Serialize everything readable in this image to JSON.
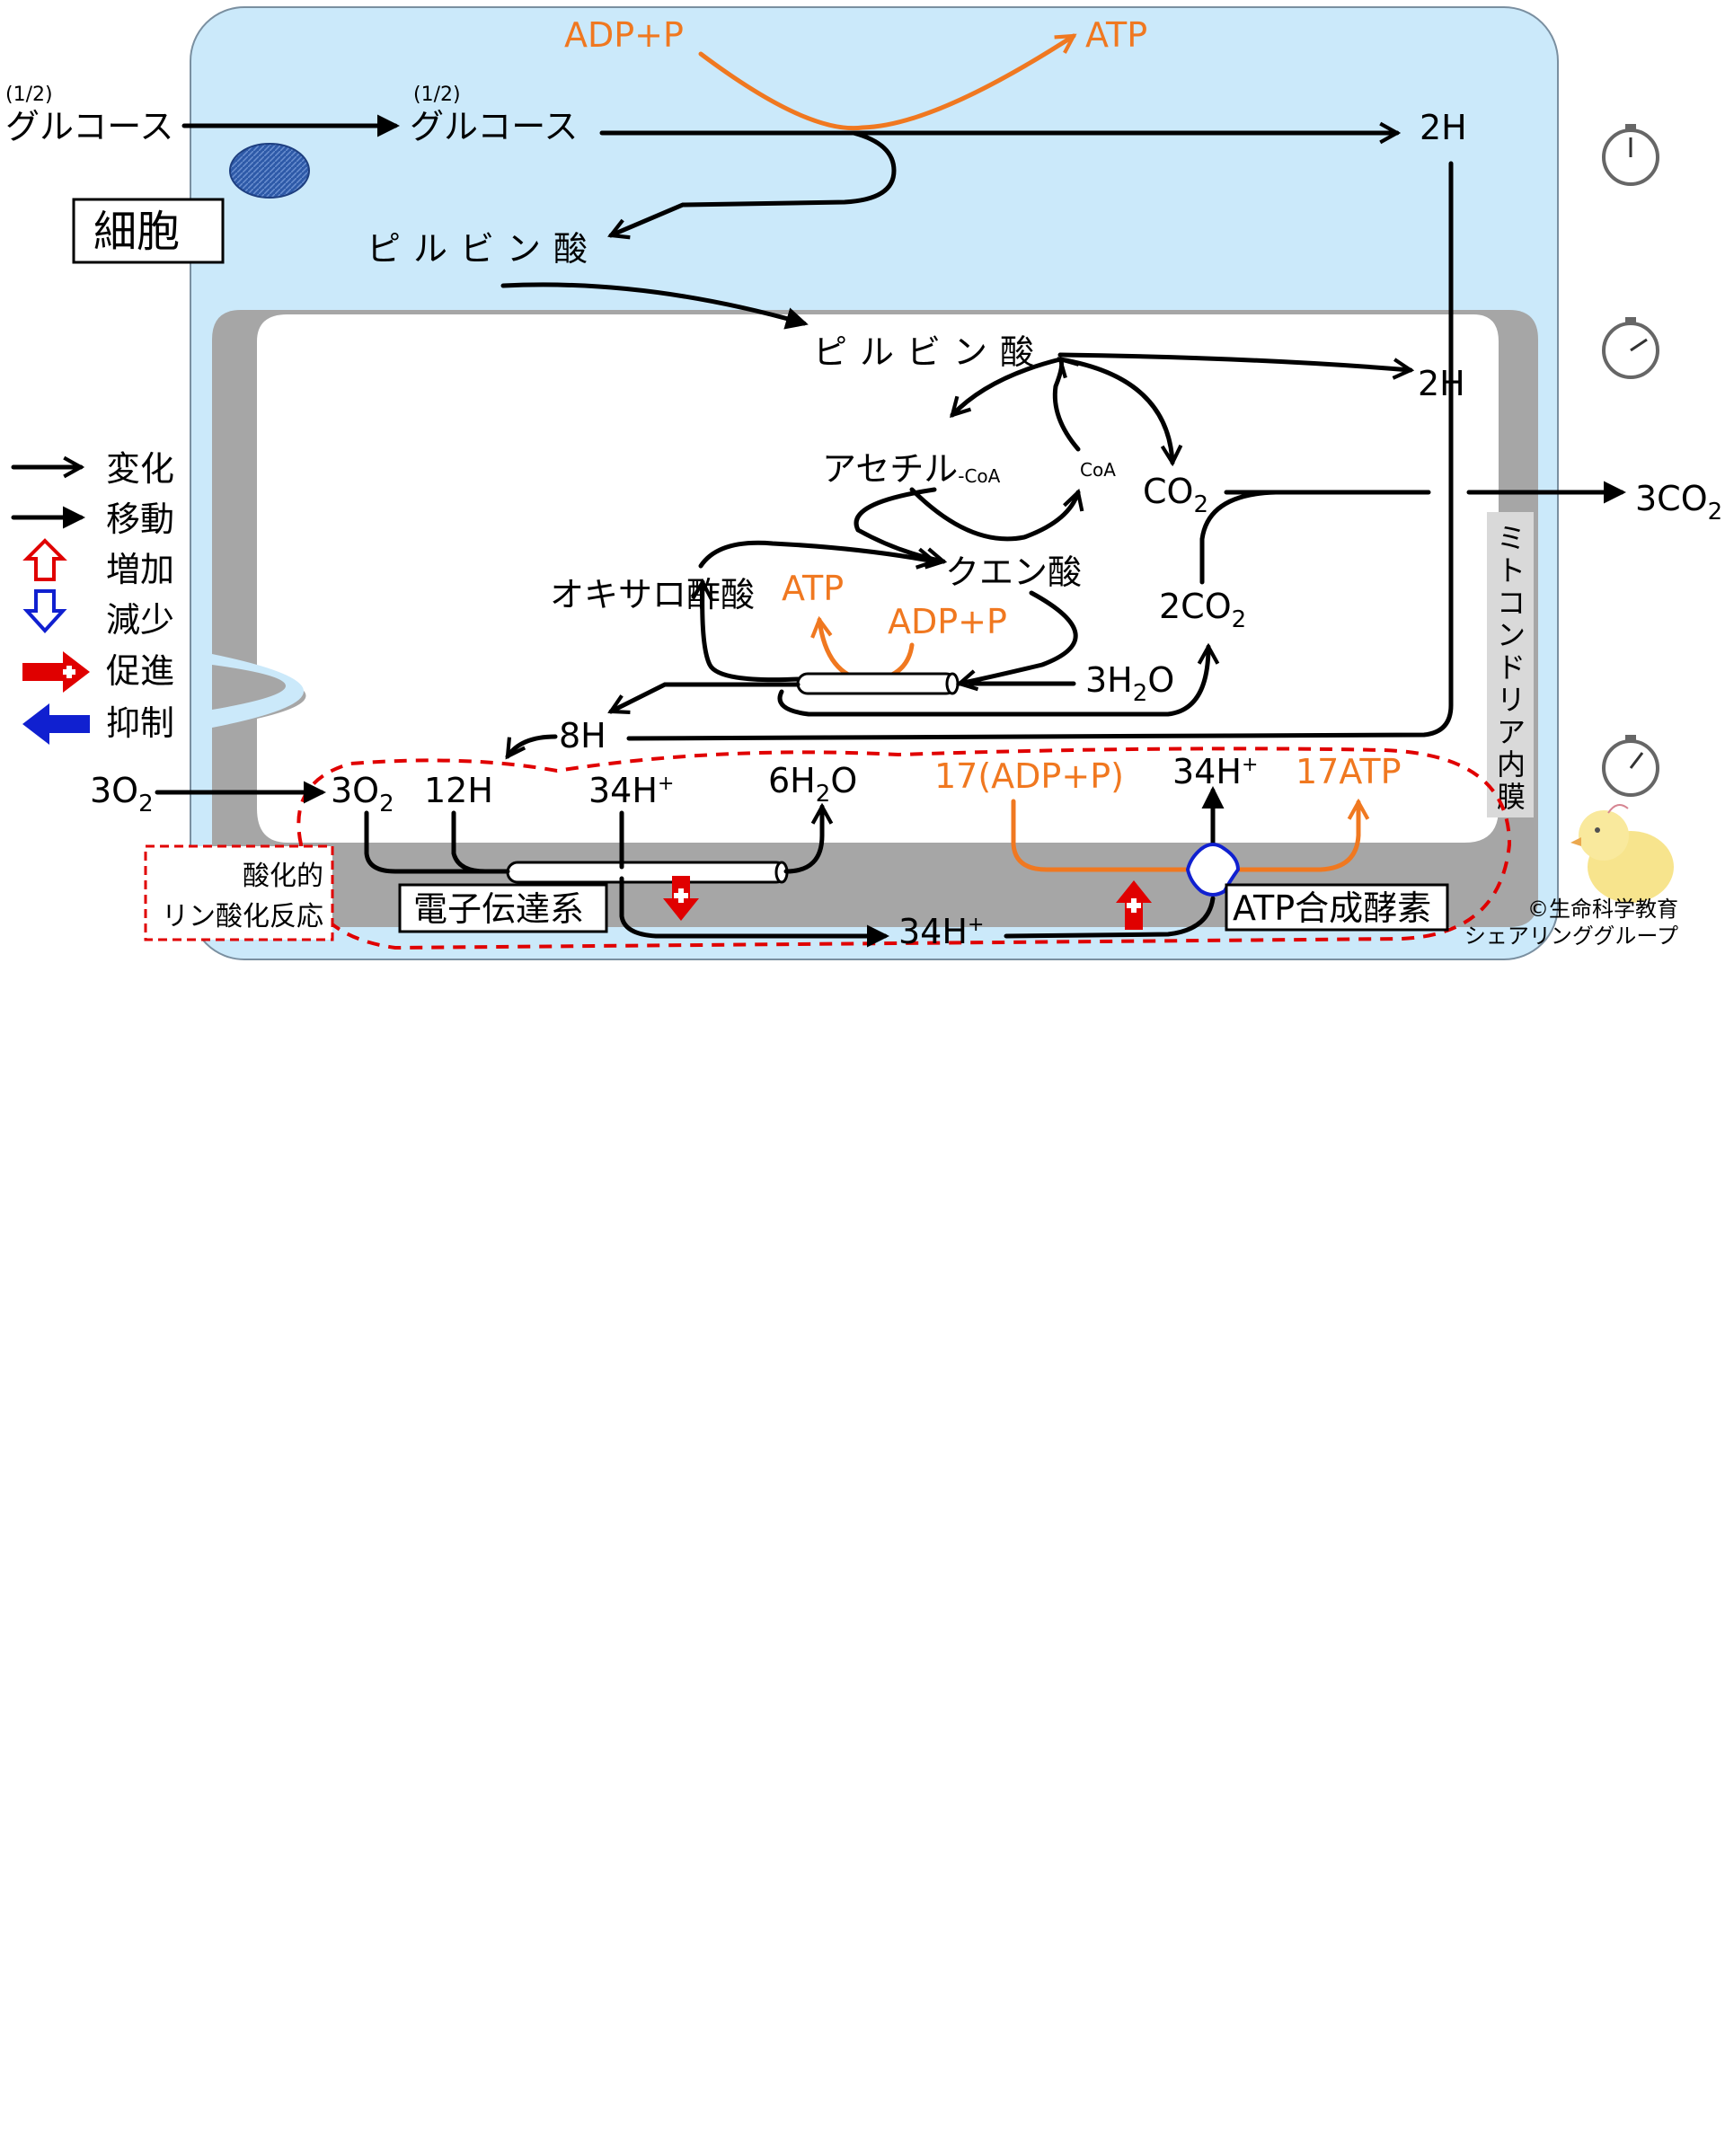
{
  "labels": {
    "top_adp_p": "ADP+P",
    "top_atp": "ATP",
    "glucose_fraction_outside": "(1/2)",
    "glucose_outside": "グルコース",
    "glucose_fraction_inside": "(1/2)",
    "glucose_inside": "グルコース",
    "h2_top": "2H",
    "cell_box": "細胞",
    "pyruvate_cytosol": "ピルビン酸",
    "pyruvate_mito": "ピルビン酸",
    "h2_mito": "2H",
    "acetyl": "アセチル",
    "acetyl_coa_suffix": "-CoA",
    "coa": "CoA",
    "co2": "CO",
    "co2_sub": "2",
    "co2_out": "3CO",
    "co2_out_sub": "2",
    "citric": "クエン酸",
    "oxaloacetate": "オキサロ酢酸",
    "tca_atp": "ATP",
    "tca_adp_p": "ADP+P",
    "co2_2": "2CO",
    "co2_2_sub": "2",
    "water3": "3H",
    "water3_sub": "2",
    "water3_o": "O",
    "h8": "8H",
    "o2_outside": "3O",
    "o2_outside_sub": "2",
    "o2_inside": "3O",
    "o2_inside_sub": "2",
    "h12": "12H",
    "h34": "34H",
    "plus": "+",
    "water6": "6H",
    "water6_sub": "2",
    "water6_o": "O",
    "adp17": "17(ADP+P)",
    "h34_b": "34H",
    "atp17": "17ATP",
    "h34_bottom": "34H",
    "etc_box": "電子伝達系",
    "atp_synthase_box": "ATP合成酵素",
    "mito_membrane_label": [
      "ミ",
      "ト",
      "コ",
      "ン",
      "ド",
      "リ",
      "ア",
      "内",
      "膜"
    ],
    "oxphos_line1": "酸化的",
    "oxphos_line2": "リン酸化反応",
    "copyright_line1": "©生命科学教育",
    "copyright_line2": "シェアリンググループ"
  },
  "legend": [
    {
      "label": "変化",
      "icon": "open-arrow-icon"
    },
    {
      "label": "移動",
      "icon": "solid-arrow-icon"
    },
    {
      "label": "増加",
      "icon": "red-outline-up-arrow-icon"
    },
    {
      "label": "減少",
      "icon": "blue-outline-down-arrow-icon"
    },
    {
      "label": "促進",
      "icon": "red-plus-arrow-icon"
    },
    {
      "label": "抑制",
      "icon": "blue-left-arrow-icon"
    }
  ],
  "colors": {
    "cell": "#CBE9FA",
    "membrane": "#A6A6A6",
    "orange": "#F07820",
    "red": "#E00000",
    "blue": "#1020D0",
    "oxphos_dash": "#E00000"
  }
}
